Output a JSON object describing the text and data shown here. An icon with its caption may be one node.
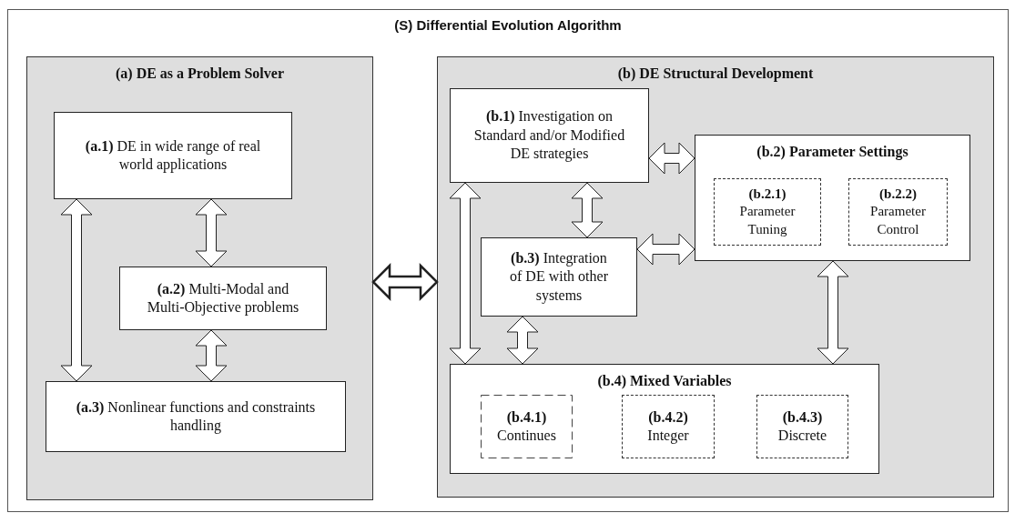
{
  "diagram": {
    "nodes": [
      {
        "text": [
          "(S) Differential Evolution Algorithm"
        ]
      },
      {
        "text": [
          "(a) DE as a Problem Solver"
        ],
        "in": 0
      },
      {
        "text": [
          "**(a.1)** DE in wide range of real world applications"
        ],
        "in": 1
      },
      {
        "text": [
          "**(a.2)** Multi-Modal and Multi-Objective problems"
        ],
        "in": 1
      },
      {
        "text": [
          "**(a.3)** Nonlinear functions and constraints handling"
        ],
        "in": 1
      },
      {
        "text": [
          "(b) DE Structural Development"
        ],
        "in": 0
      },
      {
        "text": [
          "**(b.1)** Investigation on Standard and/or Modified DE strategies"
        ],
        "in": 5
      },
      {
        "text": [
          "(b.2) Parameter Settings"
        ],
        "in": 5
      },
      {
        "text": [
          "**(b.2.1)** Parameter Tuning"
        ],
        "in": 7
      },
      {
        "text": [
          "**(b.2.2)** Parameter Control"
        ],
        "in": 7
      },
      {
        "text": [
          "**(b.3)** Integration of DE with other systems"
        ],
        "in": 5
      },
      {
        "text": [
          "(b.4) Mixed Variables"
        ],
        "in": 5
      },
      {
        "text": [
          "**(b.4.1)** Continues"
        ],
        "in": 11
      },
      {
        "text": [
          "**(b.4.2)** Integer"
        ],
        "in": 11
      },
      {
        "text": [
          "**(b.4.3)** Discrete"
        ],
        "in": 11
      }
    ],
    "edges": [
      {
        "from": 2,
        "to": 4,
        "arrow": "both"
      },
      {
        "from": 2,
        "to": 3,
        "arrow": "both"
      },
      {
        "from": 3,
        "to": 4,
        "arrow": "both"
      },
      {
        "from": 1,
        "to": 5,
        "arrow": "both",
        "style": "thick"
      },
      {
        "from": 6,
        "to": 7,
        "arrow": "both"
      },
      {
        "from": 6,
        "to": 10,
        "arrow": "both"
      },
      {
        "from": 6,
        "to": 11,
        "arrow": "both"
      },
      {
        "from": 10,
        "to": 7,
        "arrow": "both"
      },
      {
        "from": 10,
        "to": 11,
        "arrow": "both"
      },
      {
        "from": 7,
        "to": 11,
        "arrow": "both"
      }
    ]
  }
}
